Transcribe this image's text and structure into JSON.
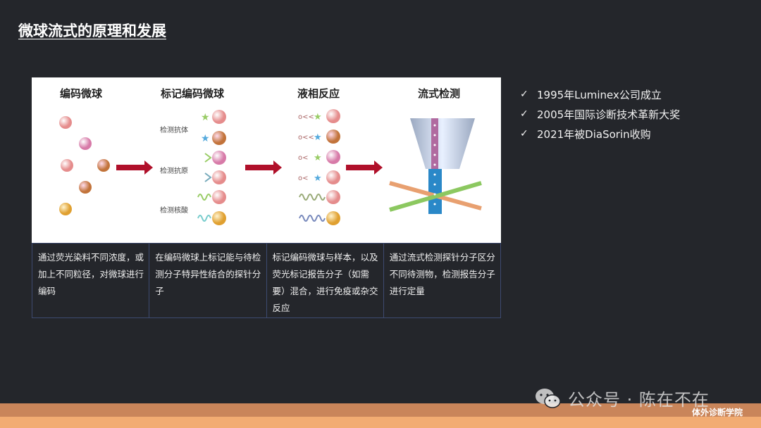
{
  "slide_title": "微球流式的原理和发展",
  "diagram": {
    "stages": [
      "编码微球",
      "标记编码微球",
      "液相反应",
      "流式检测"
    ],
    "probe_labels": [
      "检测抗体",
      "检测抗原",
      "检测核酸"
    ]
  },
  "descriptions": [
    "通过荧光染料不同浓度，或加上不同粒径，对微球进行编码",
    "在编码微球上标记能与待检测分子特异性结合的探针分子",
    "标记编码微球与样本，以及荧光标记报告分子（如需要）混合，进行免疫或杂交反应",
    "通过流式检测探针分子区分不同待测物，检测报告分子进行定量"
  ],
  "milestones": [
    {
      "icon": "check-icon",
      "text": "1995年Luminex公司成立"
    },
    {
      "icon": "check-icon",
      "text": "2005年国际诊断技术革新大奖"
    },
    {
      "icon": "check-icon",
      "text": "2021年被DiaSorin收购"
    }
  ],
  "watermark": "公众号 · 陈在不在",
  "brand": "体外诊断学院",
  "colors": {
    "background": "#24262b",
    "arrow": "#b0102a",
    "band_dark": "#c9855a",
    "band_light": "#f2ac72"
  }
}
